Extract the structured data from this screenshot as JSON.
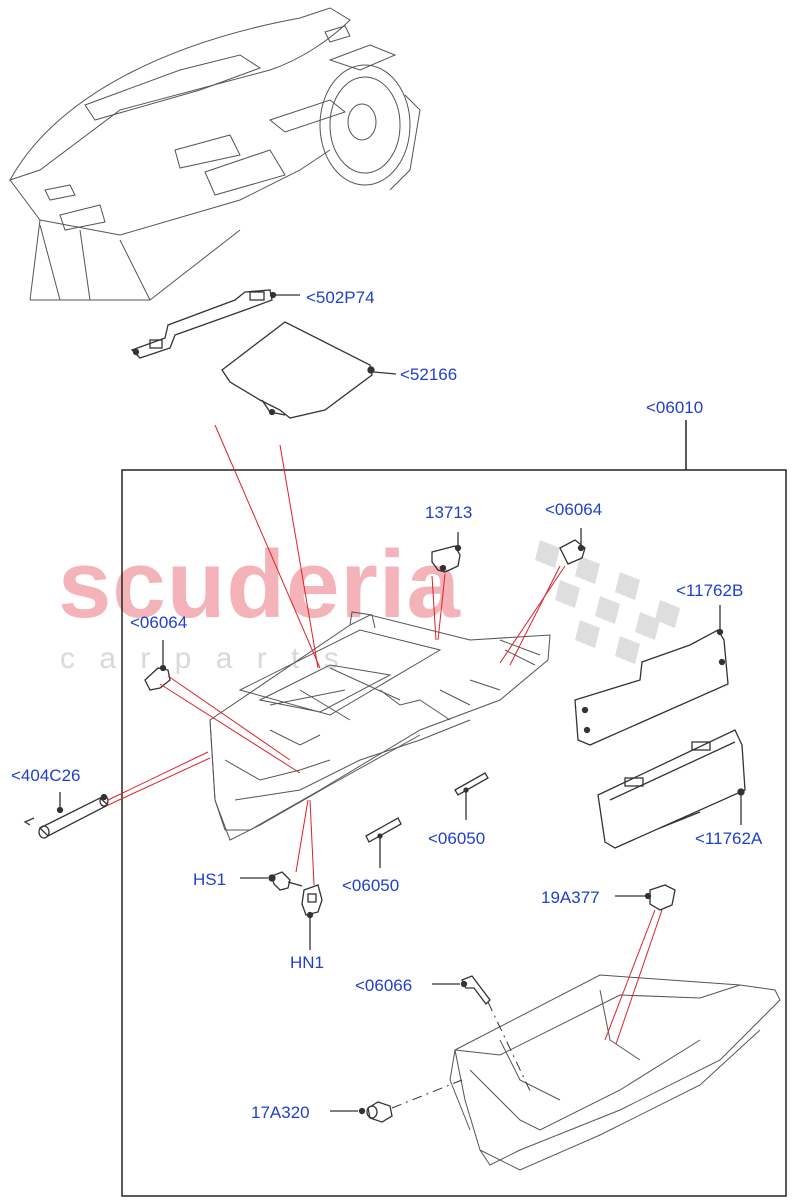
{
  "watermark": {
    "brand": "scuderia",
    "sub": "c a r   p a r t s",
    "brand_color": "#f3b3b8",
    "sub_color": "#d9d9d9"
  },
  "colors": {
    "label": "#1f3fd0",
    "leader": "#e0202a",
    "outline": "#444444"
  },
  "labels": {
    "p502P74": "<502P74",
    "p52166": "<52166",
    "p06010": "<06010",
    "p13713": "13713",
    "p06064_right": "<06064",
    "p06064_left": "<06064",
    "p11762B": "<11762B",
    "p404C26": "<404C26",
    "p06050_right": "<06050",
    "p06050_left": "<06050",
    "p11762A": "<11762A",
    "pHS1": "HS1",
    "pHN1": "HN1",
    "p19A377": "19A377",
    "p06066": "<06066",
    "p17A320": "17A320"
  }
}
